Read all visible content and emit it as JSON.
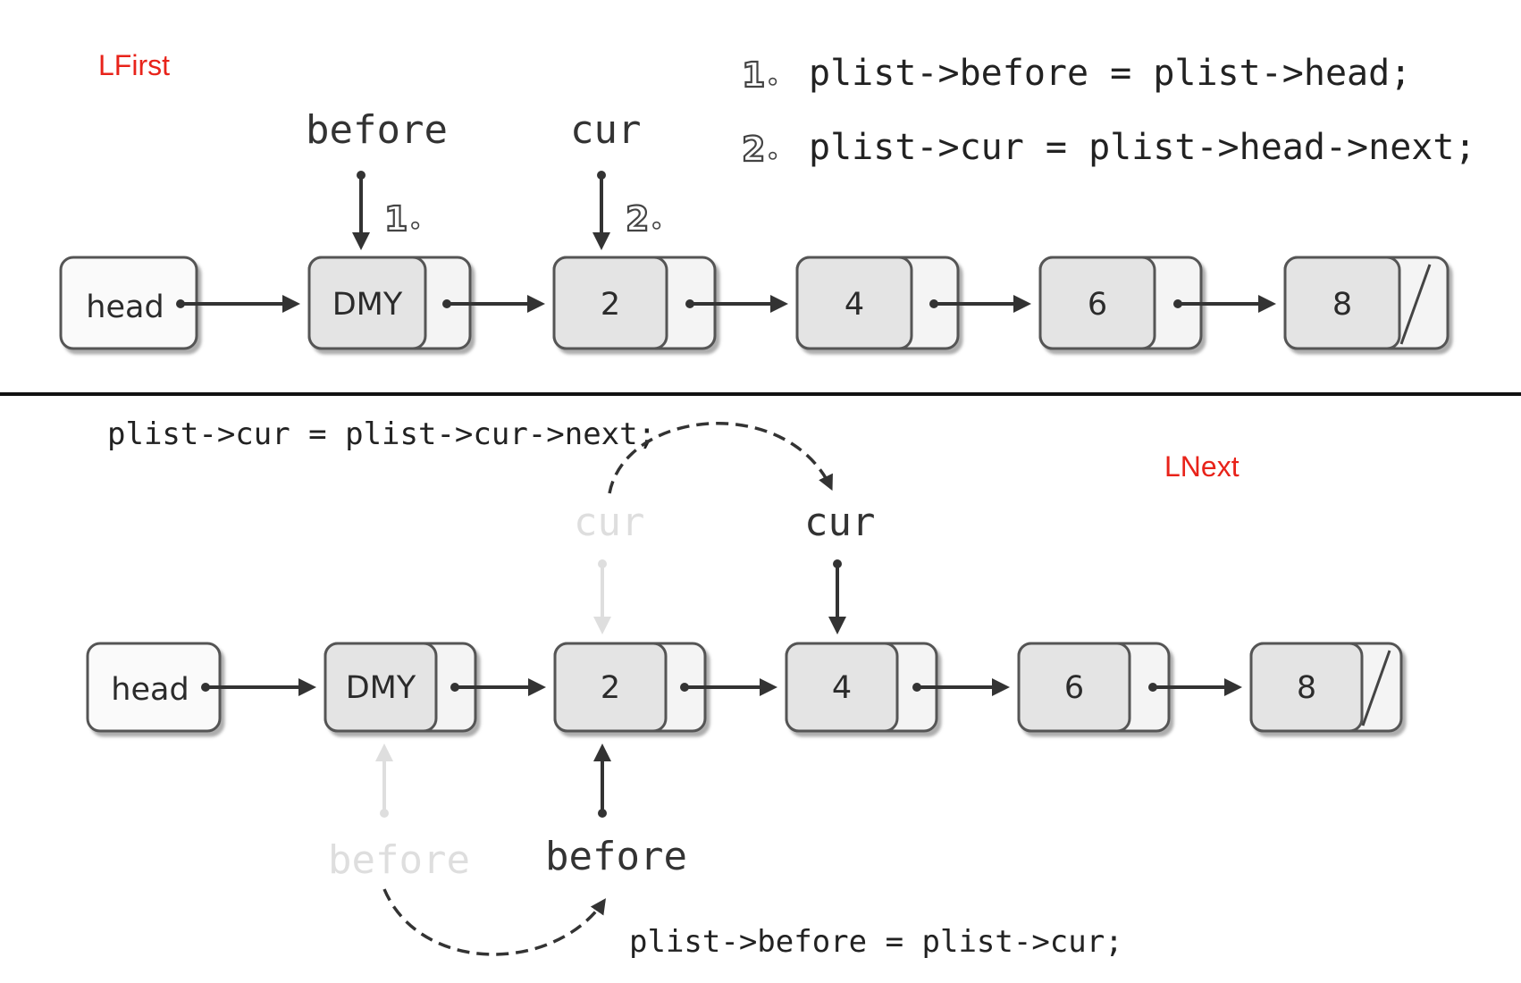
{
  "top": {
    "title": "LFirst",
    "code_lines": [
      {
        "num": "1",
        "text": "plist->before = plist->head;"
      },
      {
        "num": "2",
        "text": "plist->cur = plist->head->next;"
      }
    ],
    "pointers": {
      "before": "before",
      "cur": "cur"
    },
    "marks": {
      "before": "1",
      "cur": "2"
    },
    "nodes": [
      {
        "label": "head",
        "kind": "head"
      },
      {
        "label": "DMY",
        "kind": "node"
      },
      {
        "label": "2",
        "kind": "node"
      },
      {
        "label": "4",
        "kind": "node"
      },
      {
        "label": "6",
        "kind": "node"
      },
      {
        "label": "8",
        "kind": "tail"
      }
    ]
  },
  "bottom": {
    "title": "LNext",
    "code_cur": "plist->cur = plist->cur->next;",
    "code_before": "plist->before = plist->cur;",
    "pointers": {
      "old_cur": "cur",
      "new_cur": "cur",
      "old_before": "before",
      "new_before": "before"
    },
    "nodes": [
      {
        "label": "head",
        "kind": "head"
      },
      {
        "label": "DMY",
        "kind": "node"
      },
      {
        "label": "2",
        "kind": "node"
      },
      {
        "label": "4",
        "kind": "node"
      },
      {
        "label": "6",
        "kind": "node"
      },
      {
        "label": "8",
        "kind": "tail"
      }
    ]
  },
  "colors": {
    "node_fill": "#e4e4e4",
    "node_stroke": "#555555",
    "arrow": "#333333",
    "faded": "#dedede",
    "title": "#e8231a",
    "divider": "#111111"
  }
}
